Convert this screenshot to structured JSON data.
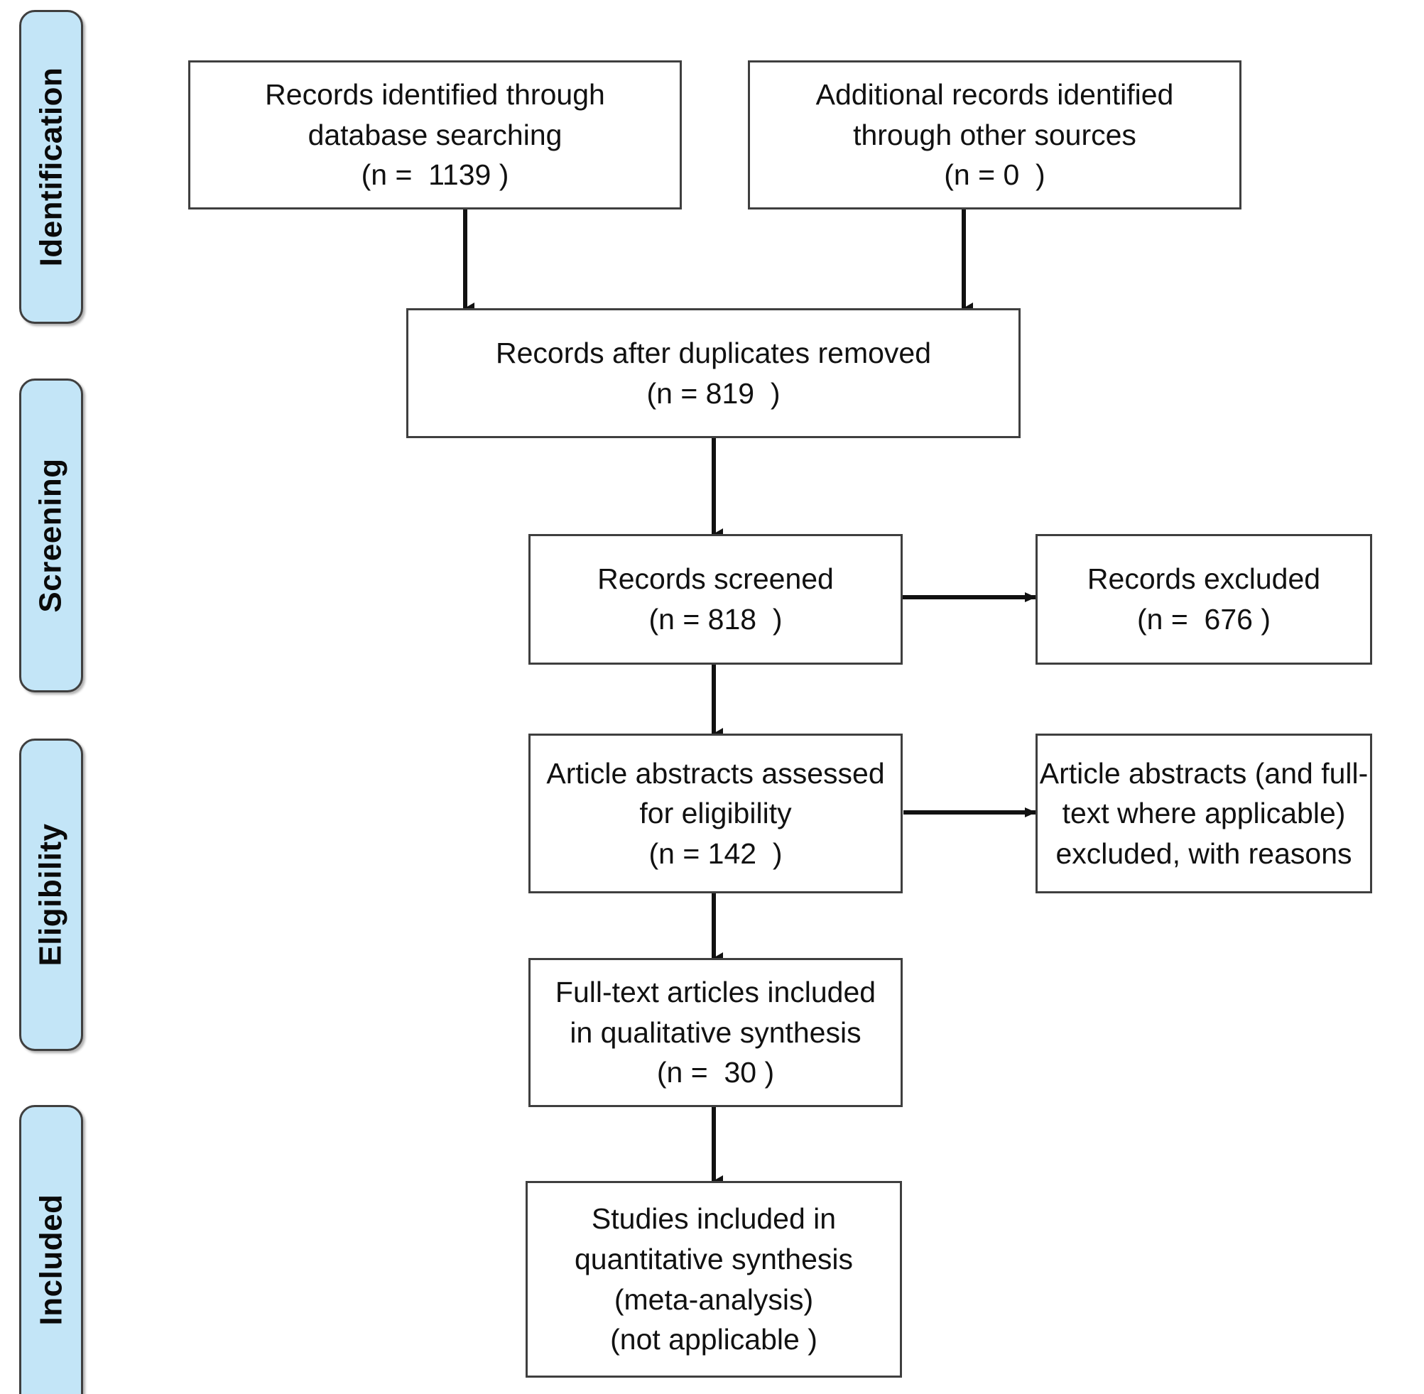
{
  "diagram": {
    "title": "PRISMA flow diagram",
    "accent_color": "#c3e5f7",
    "border_color": "#3f3f3f",
    "text_color": "#111111",
    "background_color": "#ffffff"
  },
  "phases": [
    {
      "id": "identification",
      "label": "Identification"
    },
    {
      "id": "screening",
      "label": "Screening"
    },
    {
      "id": "eligibility",
      "label": "Eligibility"
    },
    {
      "id": "included",
      "label": "Included"
    }
  ],
  "boxes": {
    "records_identified_database": {
      "line1": "Records identified through",
      "line2": "database searching",
      "line3": "(n =  1139 )",
      "n": 1139
    },
    "additional_records_other_sources": {
      "line1": "Additional records identified",
      "line2": "through other sources",
      "line3": "(n = 0  )",
      "n": 0
    },
    "records_after_duplicates_removed": {
      "line1": "Records after duplicates removed",
      "line2": "(n = 819  )",
      "n": 819
    },
    "records_screened": {
      "line1": "Records screened",
      "line2": "(n = 818  )",
      "n": 818
    },
    "records_excluded": {
      "line1": "Records excluded",
      "line2": "(n =  676 )",
      "n": 676
    },
    "abstracts_assessed": {
      "line1": "Article abstracts assessed",
      "line2": "for eligibility",
      "line3": "(n = 142  )",
      "n": 142
    },
    "abstracts_excluded": {
      "line1": "Article abstracts (and full-",
      "line2": "text where applicable)",
      "line3": "excluded, with reasons"
    },
    "fulltext_included_qualitative": {
      "line1": "Full-text articles included",
      "line2": "in qualitative synthesis",
      "line3": "(n =  30 )",
      "n": 30
    },
    "studies_included_quantitative": {
      "line1": "Studies included in",
      "line2": "quantitative synthesis",
      "line3": "(meta-analysis)",
      "line4": "(not applicable )"
    }
  }
}
